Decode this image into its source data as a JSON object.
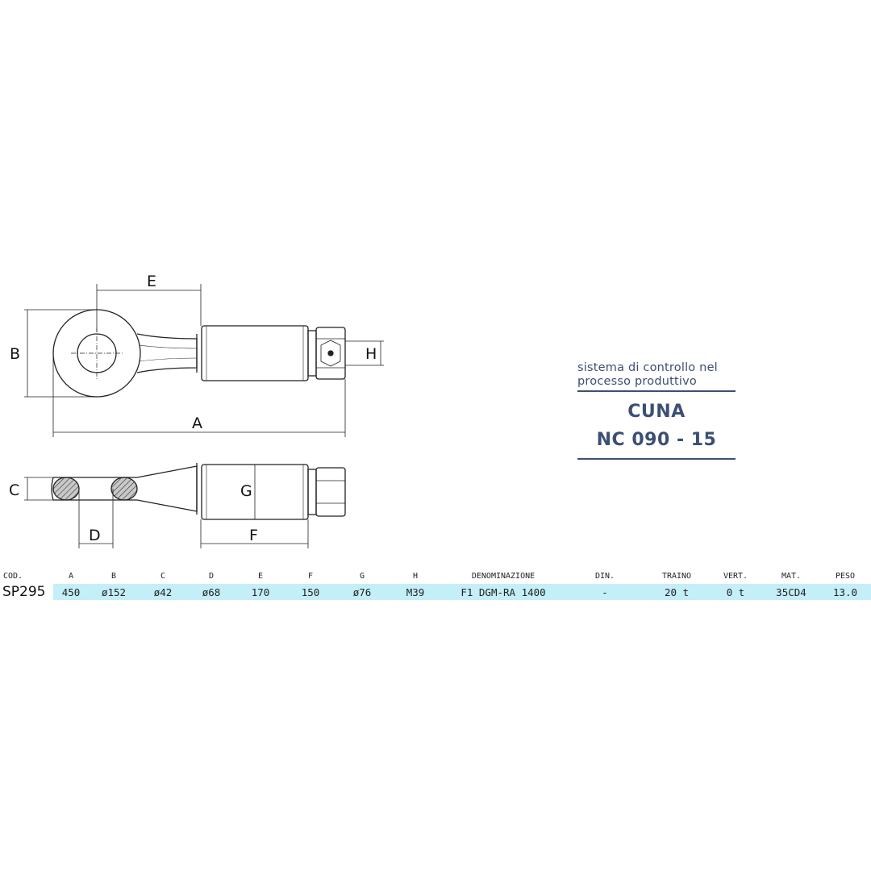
{
  "dimension_labels": {
    "A": "A",
    "B": "B",
    "C": "C",
    "D": "D",
    "E": "E",
    "F": "F",
    "G": "G",
    "H": "H"
  },
  "brand": {
    "tagline_line1": "sistema di controllo nel",
    "tagline_line2": "processo  produttivo",
    "title": "CUNA",
    "subtitle": "NC 090 - 15",
    "color": "#3c4f73"
  },
  "spec_table": {
    "headers": [
      "COD.",
      "A",
      "B",
      "C",
      "D",
      "E",
      "F",
      "G",
      "H",
      "DENOMINAZIONE",
      "DIN.",
      "TRAINO",
      "VERT.",
      "MAT.",
      "PESO"
    ],
    "row": [
      "SP295",
      "450",
      "ø152",
      "ø42",
      "ø68",
      "170",
      "150",
      "ø76",
      "M39",
      "F1 DGM-RA 1400",
      "-",
      "20 t",
      "0 t",
      "35CD4",
      "13.0"
    ],
    "highlight_color": "#c4eef8"
  }
}
